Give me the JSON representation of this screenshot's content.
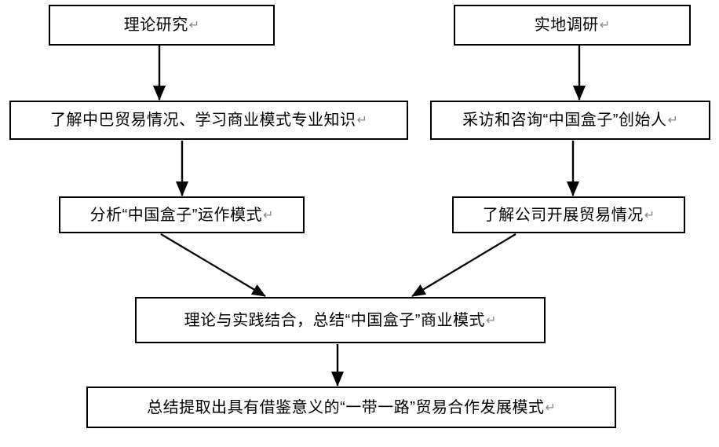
{
  "diagram": {
    "type": "flowchart",
    "title": "",
    "orientation": "top-to-bottom",
    "background_color": "#ffffff",
    "line_color": "#000000",
    "text_color": "#000000",
    "pilcrow_glyph": "↵",
    "nodes": [
      {
        "id": "theory-research",
        "label": "理论研究",
        "mark": "↵",
        "row": 1,
        "column": "left"
      },
      {
        "id": "field-survey",
        "label": "实地调研",
        "mark": "↵",
        "row": 1,
        "column": "right"
      },
      {
        "id": "trade-knowledge",
        "label": "了解中巴贸易情况、学习商业模式专业知识",
        "mark": "↵",
        "row": 2,
        "column": "left"
      },
      {
        "id": "founder-interview",
        "label": "采访和咨询“中国盒子”创始人",
        "mark": "↵",
        "row": 2,
        "column": "right"
      },
      {
        "id": "operation-analysis",
        "label": "分析“中国盒子”运作模式",
        "mark": "↵",
        "row": 3,
        "column": "left"
      },
      {
        "id": "company-trade",
        "label": "了解公司开展贸易情况",
        "mark": "↵",
        "row": 3,
        "column": "right"
      },
      {
        "id": "business-model",
        "label": "理论与实践结合，总结“中国盒子”商业模式",
        "mark": "↵",
        "row": 4,
        "column": "center"
      },
      {
        "id": "final-model",
        "label": "总结提取出具有借鉴意义的“一带一路”贸易合作发展模式",
        "mark": "↵",
        "row": 5,
        "column": "center"
      }
    ],
    "edges": [
      {
        "id": "edge-theory-to-knowledge",
        "from": "theory-research",
        "to": "trade-knowledge",
        "style": "straight-vertical"
      },
      {
        "id": "edge-survey-to-interview",
        "from": "field-survey",
        "to": "founder-interview",
        "style": "straight-vertical"
      },
      {
        "id": "edge-knowledge-to-analysis",
        "from": "trade-knowledge",
        "to": "operation-analysis",
        "style": "straight-vertical"
      },
      {
        "id": "edge-interview-to-company",
        "from": "founder-interview",
        "to": "company-trade",
        "style": "straight-vertical"
      },
      {
        "id": "edge-analysis-to-model",
        "from": "operation-analysis",
        "to": "business-model",
        "style": "diagonal-down-right"
      },
      {
        "id": "edge-company-to-model",
        "from": "company-trade",
        "to": "business-model",
        "style": "diagonal-down-left"
      },
      {
        "id": "edge-model-to-final",
        "from": "business-model",
        "to": "final-model",
        "style": "straight-vertical"
      }
    ]
  }
}
